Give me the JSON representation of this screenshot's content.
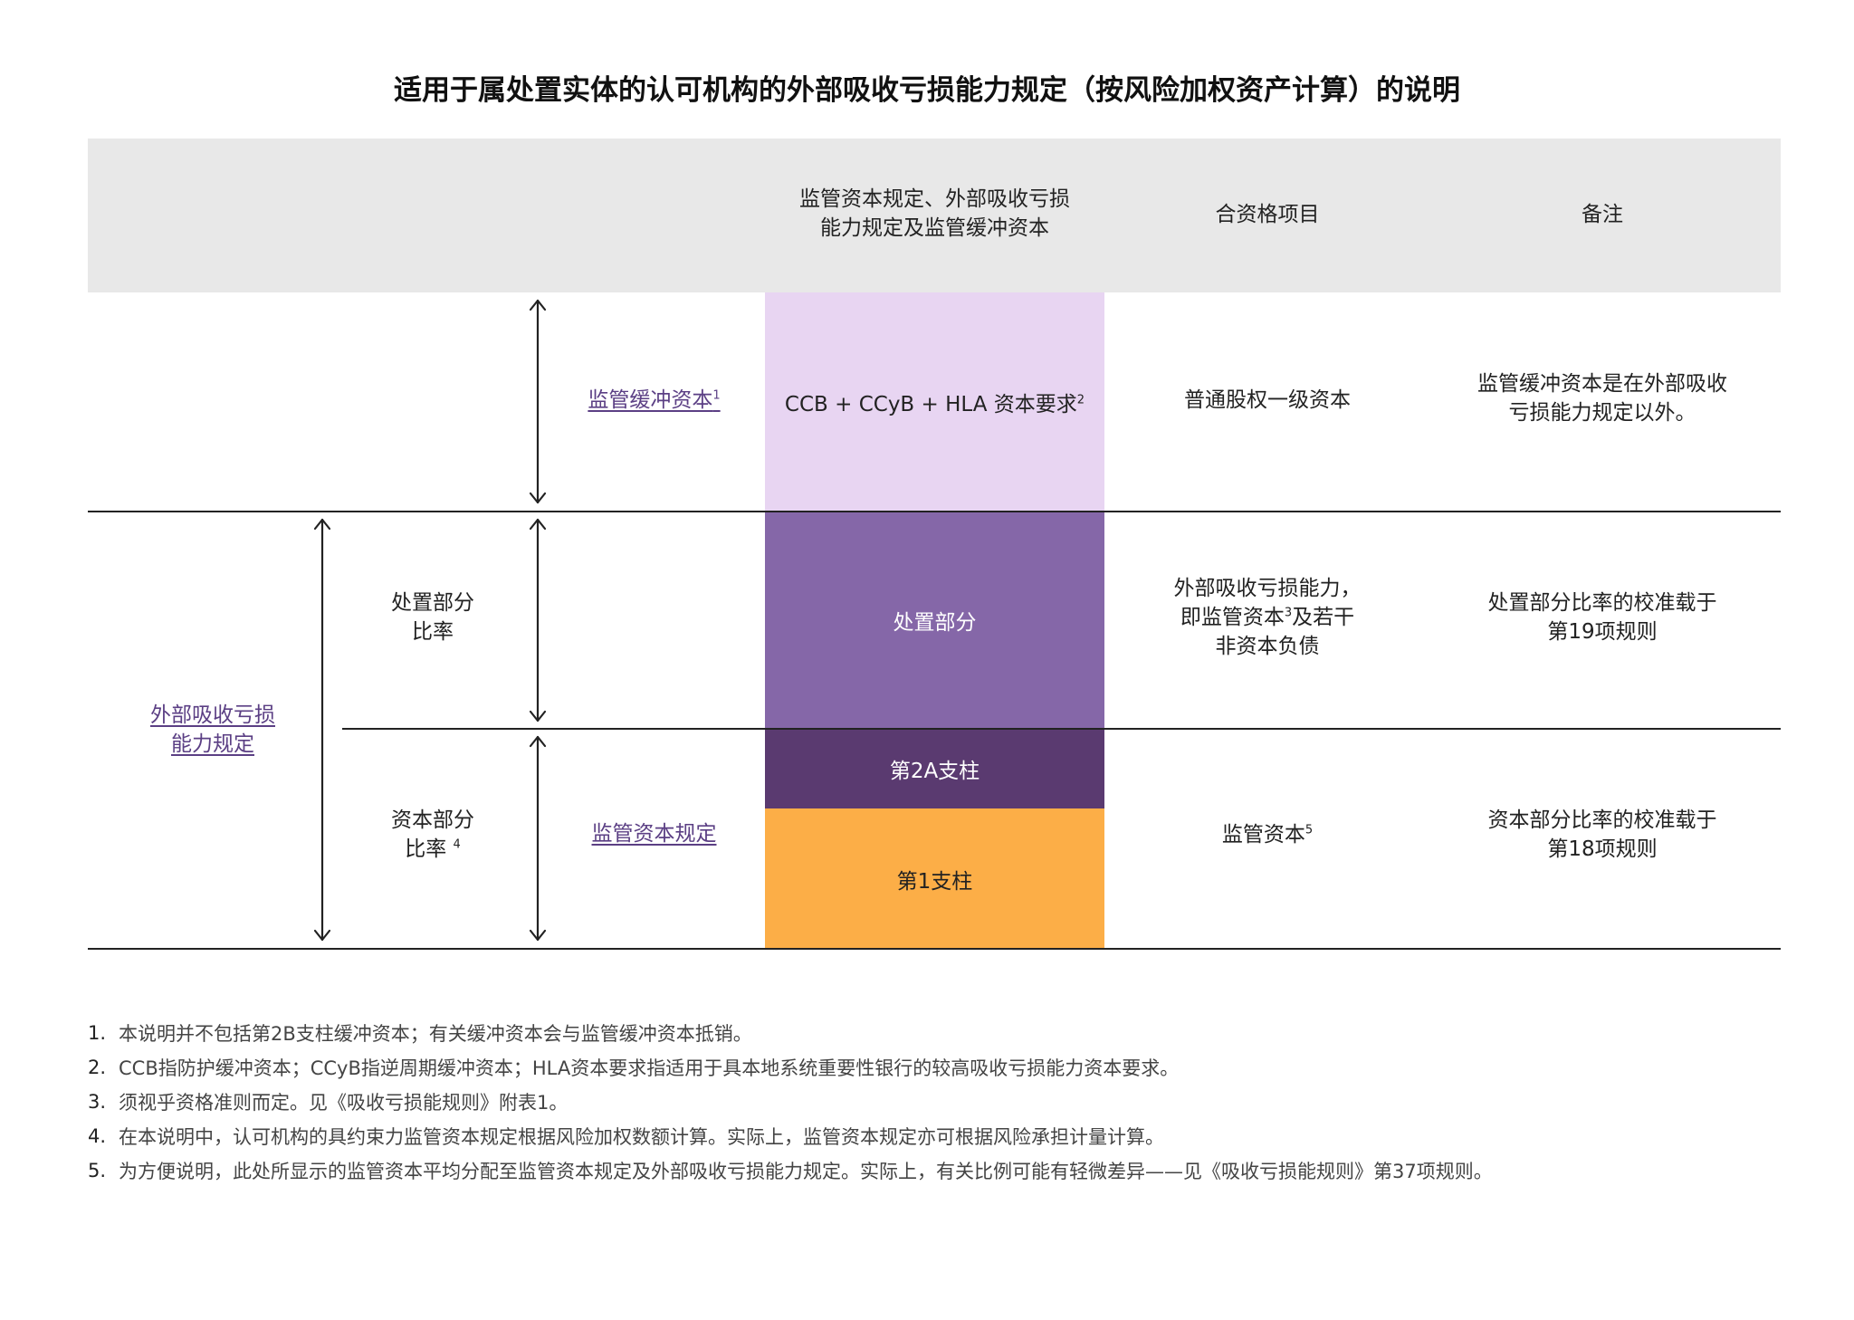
{
  "title": "适用于属处置实体的认可机构的外部吸收亏损能力规定（按风险加权资产计算）的说明",
  "header": {
    "col_requirements_line1": "监管资本规定、外部吸收亏损",
    "col_requirements_line2": "能力规定及监管缓冲资本",
    "col_eligible": "合资格项目",
    "col_notes": "备注"
  },
  "row_buffer": {
    "label": "监管缓冲资本",
    "label_sup": "1",
    "block_text": "CCB + CCyB + HLA 资本要求",
    "block_sup": "2",
    "eligible": "普通股权一级资本",
    "notes_line1": "监管缓冲资本是在外部吸收",
    "notes_line2": "亏损能力规定以外。"
  },
  "row_resolution": {
    "outer_label_line1": "外部吸收亏损",
    "outer_label_line2": "能力规定",
    "label_line1": "处置部分",
    "label_line2": "比率",
    "block_text": "处置部分",
    "eligible_line1": "外部吸收亏损能力，",
    "eligible_line2a": "即监管资本",
    "eligible_sup": "3",
    "eligible_line2b": "及若干",
    "eligible_line3": "非资本负债",
    "notes_line1": "处置部分比率的校准载于",
    "notes_line2": "第19项规则"
  },
  "row_capital": {
    "label_line1": "资本部分",
    "label_line2": "比率",
    "label_sup": "4",
    "link_label": "监管资本规定",
    "block_pillar2a": "第2A支柱",
    "block_pillar1": "第1支柱",
    "eligible": "监管资本",
    "eligible_sup": "5",
    "notes_line1": "资本部分比率的校准载于",
    "notes_line2": "第18项规则"
  },
  "colors": {
    "header_band": "#e8e8e8",
    "buffer_block": "#e8d5f2",
    "resolution_block": "#8567a8",
    "pillar2a_block": "#5a3a70",
    "pillar1_block": "#fcae47",
    "link": "#5b3f84"
  },
  "footnotes": [
    {
      "num": "1.",
      "text": "本说明并不包括第2B支柱缓冲资本；有关缓冲资本会与监管缓冲资本抵销。"
    },
    {
      "num": "2.",
      "text": "CCB指防护缓冲资本；CCyB指逆周期缓冲资本；HLA资本要求指适用于具本地系统重要性银行的较高吸收亏损能力资本要求。"
    },
    {
      "num": "3.",
      "text": "须视乎资格准则而定。见《吸收亏损能规则》附表1。"
    },
    {
      "num": "4.",
      "text": "在本说明中，认可机构的具约束力监管资本规定根据风险加权数额计算。实际上，监管资本规定亦可根据风险承担计量计算。"
    },
    {
      "num": "5.",
      "text": "为方便说明，此处所显示的监管资本平均分配至监管资本规定及外部吸收亏损能力规定。实际上，有关比例可能有轻微差异——见《吸收亏损能规则》第37项规则。"
    }
  ]
}
